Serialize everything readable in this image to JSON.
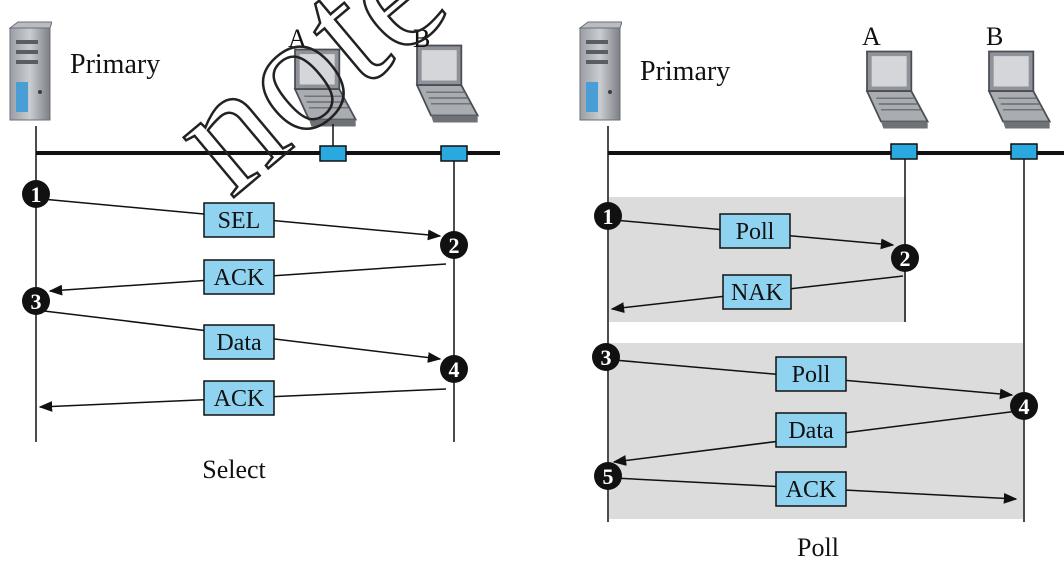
{
  "watermark": "note",
  "select": {
    "primary_label": "Primary",
    "station_a": "A",
    "station_b": "B",
    "caption": "Select",
    "steps": [
      "1",
      "2",
      "3",
      "4"
    ],
    "messages": [
      "SEL",
      "ACK",
      "Data",
      "ACK"
    ]
  },
  "poll": {
    "primary_label": "Primary",
    "station_a": "A",
    "station_b": "B",
    "caption": "Poll",
    "steps": [
      "1",
      "2",
      "3",
      "4",
      "5"
    ],
    "messages": [
      "Poll",
      "NAK",
      "Poll",
      "Data",
      "ACK"
    ]
  },
  "colors": {
    "frame_fill": "#8fd3f0",
    "tap_fill": "#29a9e0",
    "shade": "#dcdcdc",
    "line": "#111111"
  },
  "icons": [
    "server-icon",
    "laptop-icon"
  ]
}
